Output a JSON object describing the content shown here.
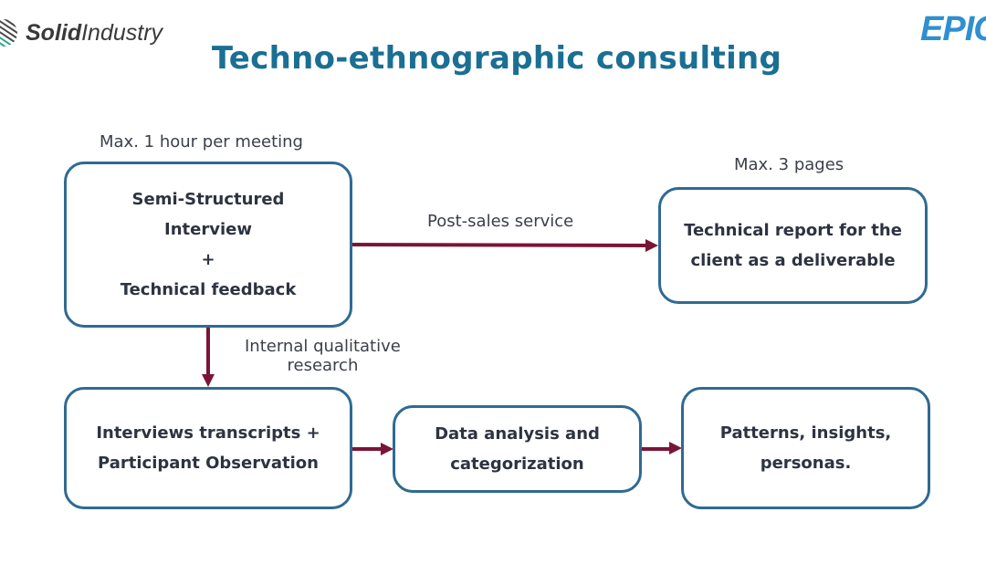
{
  "logos": {
    "left": {
      "bold": "Solid",
      "regular": "Industry",
      "icon": "striped-globe-icon"
    },
    "right": {
      "text": "EPIC"
    }
  },
  "title": "Techno-ethnographic consulting",
  "labels": {
    "meeting": "Max. 1 hour per meeting",
    "pages": "Max. 3 pages",
    "post_sales": "Post-sales service",
    "internal_line1": "Internal qualitative",
    "internal_line2": "research"
  },
  "boxes": {
    "interview": {
      "line1": "Semi-Structured",
      "line2": "Interview",
      "line3": "+",
      "line4": "Technical feedback"
    },
    "report": {
      "line1": "Technical report for the",
      "line2": "client as a deliverable"
    },
    "transcripts": {
      "line1": "Interviews transcripts +",
      "line2": "Participant Observation"
    },
    "analysis": {
      "line1": "Data analysis and",
      "line2": "categorization"
    },
    "patterns": {
      "line1": "Patterns, insights,",
      "line2": "personas."
    }
  },
  "colors": {
    "title": "#1a6f93",
    "box_border": "#2f6a93",
    "arrow": "#7a1535",
    "text": "#2d3340"
  }
}
